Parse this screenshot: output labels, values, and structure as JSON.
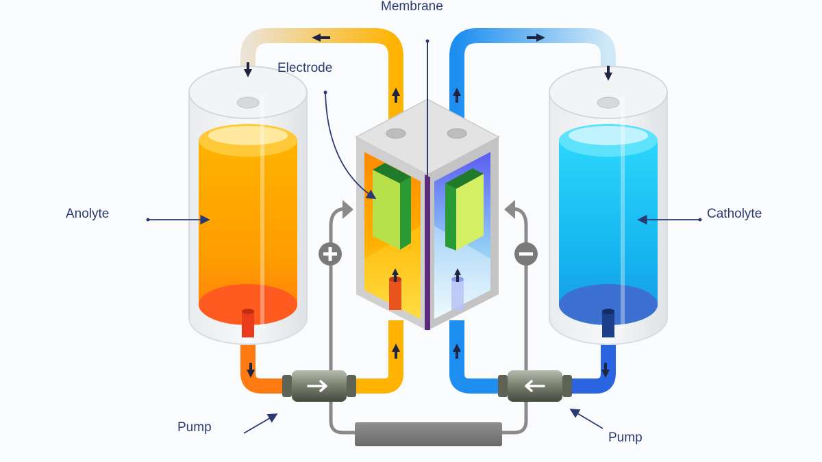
{
  "labels": {
    "membrane": "Membrane",
    "electrode": "Electrode",
    "anolyte": "Anolyte",
    "catholyte": "Catholyte",
    "pump_left": "Pump",
    "pump_right": "Pump"
  },
  "icons": {
    "positive_terminal": "plus-icon",
    "negative_terminal": "minus-icon",
    "flow_arrows": "arrow-icon"
  },
  "colors": {
    "anolyte": "#ffa800",
    "anolyte_bottom": "#ff5a1f",
    "catholyte": "#1ec8f5",
    "catholyte_bottom": "#3b6fd0",
    "membrane": "#5b2a7a",
    "electrode": "#b8e04a",
    "text": "#2b3a73"
  }
}
